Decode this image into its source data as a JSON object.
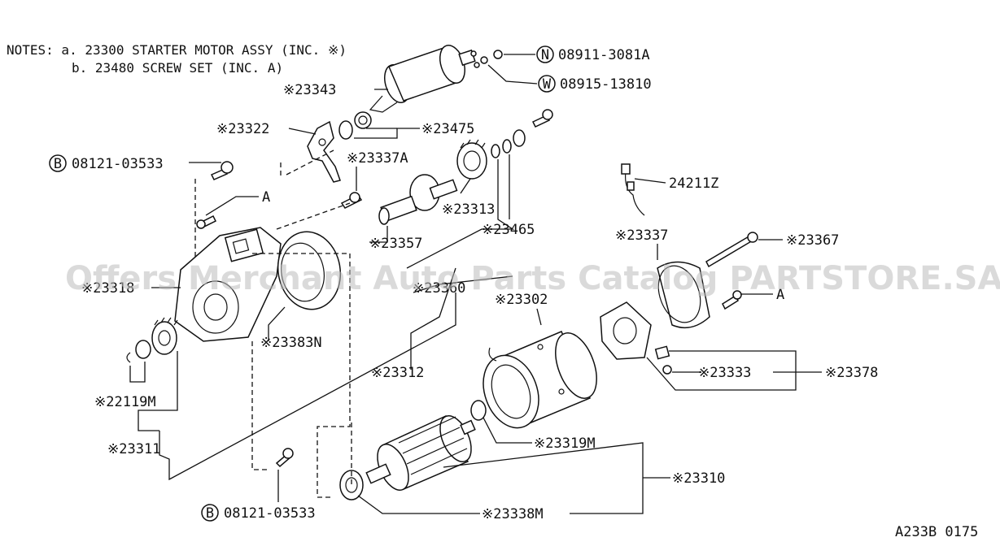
{
  "notes": {
    "line1": "NOTES: a. 23300 STARTER MOTOR ASSY (INC. ※)",
    "line2": "b. 23480 SCREW SET (INC. A)"
  },
  "labels": {
    "p_08911": "08911-3081A",
    "p_08915": "08915-13810",
    "p_23343": "※23343",
    "p_23322": "※23322",
    "p_23475": "※23475",
    "p_08121_top": "08121-03533",
    "p_23337A": "※23337A",
    "p_24211Z": "24211Z",
    "p_A_left": "A",
    "p_23313": "※23313",
    "p_23357": "※23357",
    "p_23465": "※23465",
    "p_23337": "※23337",
    "p_23367": "※23367",
    "p_23318": "※23318",
    "p_23360": "※23360",
    "p_A_right": "A",
    "p_23302": "※23302",
    "p_23383N": "※23383N",
    "p_23312": "※23312",
    "p_23333": "※23333",
    "p_23378": "※23378",
    "p_22119M": "※22119M",
    "p_23311": "※23311",
    "p_23319M": "※23319M",
    "p_23310": "※23310",
    "p_08121_bottom": "08121-03533",
    "p_23338M": "※23338M",
    "diagram_code": "A233B 0175"
  },
  "markers": {
    "n": "N",
    "w": "W",
    "b": "B"
  },
  "watermark": "Offers Merchant Auto Parts Catalog PARTSTORE.SA"
}
